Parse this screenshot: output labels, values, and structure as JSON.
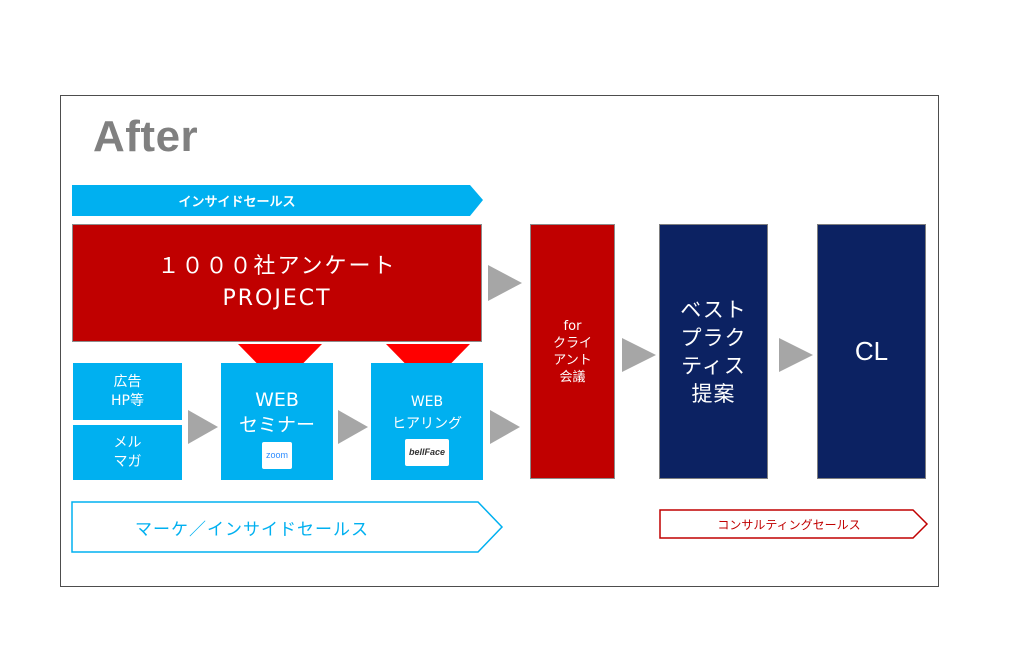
{
  "title": "After",
  "chevrons": {
    "inside_sales_top": "インサイドセールス",
    "marke_inside_sales": "マーケ／インサイドセールス",
    "consulting_sales": "コンサルティングセールス"
  },
  "boxes": {
    "project": "１０００社アンケート\nPROJECT",
    "ad_hp": "広告\nHP等",
    "mail_magazine": "メル\nマガ",
    "web_seminar": "WEB\nセミナー",
    "web_seminar_logo": "zoom",
    "web_hearing": "WEB\nヒアリング",
    "web_hearing_logo": "bellFace",
    "client_meeting": "for\nクライ\nアント\n会議",
    "best_practice": "ベスト\nプラク\nティス\n提案",
    "cl": "CL"
  },
  "colors": {
    "red": "#c00000",
    "navy": "#0c2262",
    "cyan": "#00b0f0",
    "gray_arrow": "#a6a6a6",
    "bright_red": "#ff0000"
  }
}
